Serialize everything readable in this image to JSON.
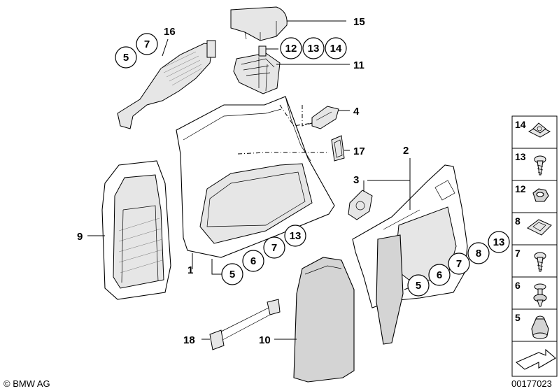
{
  "footer": {
    "brand": "© BMW AG",
    "diagram_id": "00177023"
  },
  "callouts": {
    "c1": "1",
    "c2": "2",
    "c3": "3",
    "c4": "4",
    "c9": "9",
    "c10": "10",
    "c11": "11",
    "c15": "15",
    "c16": "16",
    "c17": "17",
    "c18": "18"
  },
  "circles": {
    "g16_a": "5",
    "g16_b": "7",
    "g11_a": "12",
    "g11_b": "13",
    "g11_c": "14",
    "g1_a": "5",
    "g1_b": "6",
    "g1_c": "7",
    "g1_d": "13",
    "g2_a": "5",
    "g2_b": "6",
    "g2_c": "7",
    "g2_d": "8",
    "g2_e": "13"
  },
  "legend": {
    "items": [
      {
        "label": "14",
        "icon": "clip-nut-icon"
      },
      {
        "label": "13",
        "icon": "screw-icon"
      },
      {
        "label": "12",
        "icon": "hex-nut-icon"
      },
      {
        "label": "8",
        "icon": "spring-clip-icon"
      },
      {
        "label": "7",
        "icon": "screw-icon"
      },
      {
        "label": "6",
        "icon": "expanding-rivet-icon"
      },
      {
        "label": "5",
        "icon": "plastic-nut-icon"
      }
    ],
    "last_icon": "direction-arrow-icon"
  }
}
